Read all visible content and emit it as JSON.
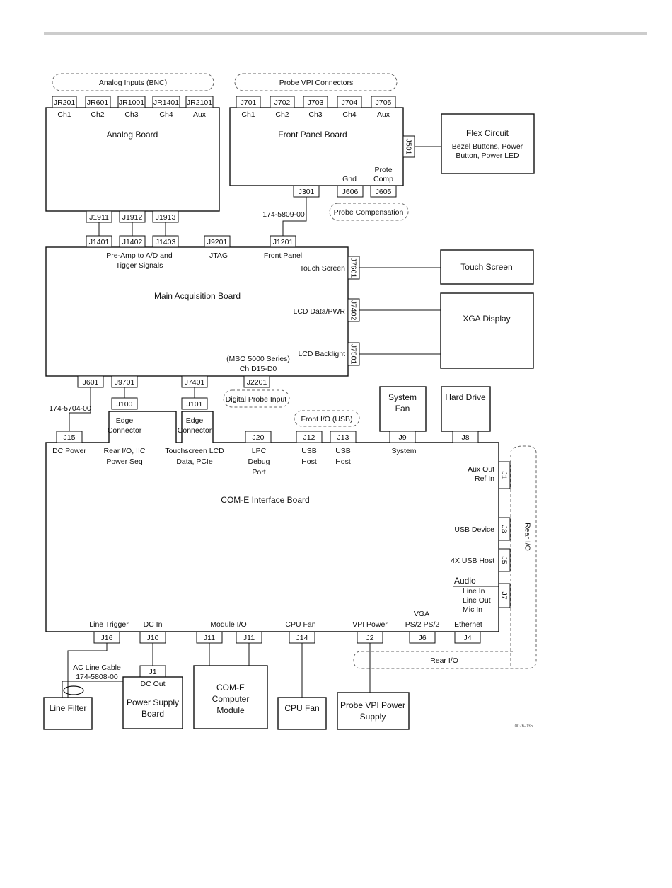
{
  "colors": {
    "rule": "#cccccc",
    "line": "#111111",
    "dashed": "#666666",
    "background": "#ffffff"
  },
  "boards": {
    "analog_board": "Analog Board",
    "front_panel_board": "Front Panel Board",
    "flex_circuit": "Flex Circuit",
    "flex_circuit_desc_1": "Bezel Buttons, Power",
    "flex_circuit_desc_2": "Button, Power LED",
    "main_acquisition": "Main Acquisition Board",
    "touch_screen": "Touch Screen",
    "xga_display": "XGA Display",
    "system_fan_1": "System",
    "system_fan_2": "Fan",
    "hard_drive": "Hard Drive",
    "com_e_interface": "COM-E Interface Board",
    "line_filter": "Line Filter",
    "power_supply_1": "Power Supply",
    "power_supply_2": "Board",
    "com_e_module_1": "COM-E",
    "com_e_module_2": "Computer",
    "com_e_module_3": "Module",
    "cpu_fan": "CPU Fan",
    "probe_vpi_power_1": "Probe VPI Power",
    "probe_vpi_power_2": "Supply"
  },
  "groups": {
    "analog_inputs": "Analog Inputs (BNC)",
    "probe_vpi": "Probe VPI Connectors",
    "probe_compensation": "Probe Compensation",
    "digital_probe_input": "Digital Probe Input",
    "front_io_usb": "Front I/O (USB)",
    "rear_io_bottom": "Rear I/O",
    "rear_io_side": "Rear I/O"
  },
  "connectors": {
    "jr201": "JR201",
    "jr601": "JR601",
    "jr1001": "JR1001",
    "jr1401": "JR1401",
    "jr2101": "JR2101",
    "j701": "J701",
    "j702": "J702",
    "j703": "J703",
    "j704": "J704",
    "j705": "J705",
    "j501": "J501",
    "j301": "J301",
    "j606": "J606",
    "j605": "J605",
    "j1911": "J1911",
    "j1912": "J1912",
    "j1913": "J1913",
    "j1401": "J1401",
    "j1402": "J1402",
    "j1403": "J1403",
    "j9201": "J9201",
    "j1201": "J1201",
    "j7601": "J7601",
    "j7402": "J7402",
    "j7501": "J7501",
    "j601": "J601",
    "j9701": "J9701",
    "j7401": "J7401",
    "j2201": "J2201",
    "j100": "J100",
    "j101": "J101",
    "j15": "J15",
    "j20": "J20",
    "j12": "J12",
    "j13": "J13",
    "j9": "J9",
    "j8": "J8",
    "j1": "J1",
    "j3": "J3",
    "j5": "J5",
    "j7": "J7",
    "j16": "J16",
    "j10": "J10",
    "j11a": "J11",
    "j11b": "J11",
    "j14": "J14",
    "j2": "J2",
    "j6": "J6",
    "j4": "J4",
    "j1_psu": "J1"
  },
  "labels": {
    "ch1": "Ch1",
    "ch2": "Ch2",
    "ch3": "Ch3",
    "ch4": "Ch4",
    "aux": "Aux",
    "fp_ch1": "Ch1",
    "fp_ch2": "Ch2",
    "fp_ch3": "Ch3",
    "fp_ch4": "Ch4",
    "fp_aux": "Aux",
    "gnd": "Gnd",
    "prote": "Prote",
    "comp": "Comp",
    "cable_174_5809": "174-5809-00",
    "preamp_1": "Pre-Amp to A/D and",
    "preamp_2": "Tigger Signals",
    "jtag": "JTAG",
    "front_panel": "Front Panel",
    "touch_screen_port": "Touch Screen",
    "lcd_data": "LCD Data/PWR",
    "lcd_backlight": "LCD Backlight",
    "mso_1": "(MSO 5000 Series)",
    "mso_2": "Ch D15-D0",
    "cable_174_5704": "174-5704-00",
    "edge_1": "Edge",
    "edge_1b": "Connector",
    "edge_2": "Edge",
    "edge_2b": "Connector",
    "dc_power": "DC Power",
    "rear_io_1": "Rear I/O, IIC",
    "rear_io_2": "Power Seq",
    "touchscreen_lcd_1": "Touchscreen LCD",
    "touchscreen_lcd_2": "Data, PCIe",
    "lpc_1": "LPC",
    "lpc_2": "Debug",
    "lpc_3": "Port",
    "usb_host_1a": "USB",
    "usb_host_1b": "Host",
    "usb_host_2a": "USB",
    "usb_host_2b": "Host",
    "system": "System",
    "aux_out": "Aux Out",
    "ref_in": "Ref In",
    "usb_device": "USB Device",
    "usb_4x": "4X USB Host",
    "audio": "Audio",
    "line_in": "Line In",
    "line_out": "Line Out",
    "mic_in": "Mic In",
    "line_trigger": "Line Trigger",
    "dc_in": "DC In",
    "module_io": "Module I/O",
    "cpu_fan_port": "CPU Fan",
    "vpi_power": "VPI Power",
    "vga": "VGA",
    "ps2": "PS/2 PS/2",
    "ethernet": "Ethernet",
    "ac_line_1": "AC Line Cable",
    "ac_line_2": "174-5808-00",
    "dc_out": "DC Out",
    "figure_code": "0076-035"
  }
}
